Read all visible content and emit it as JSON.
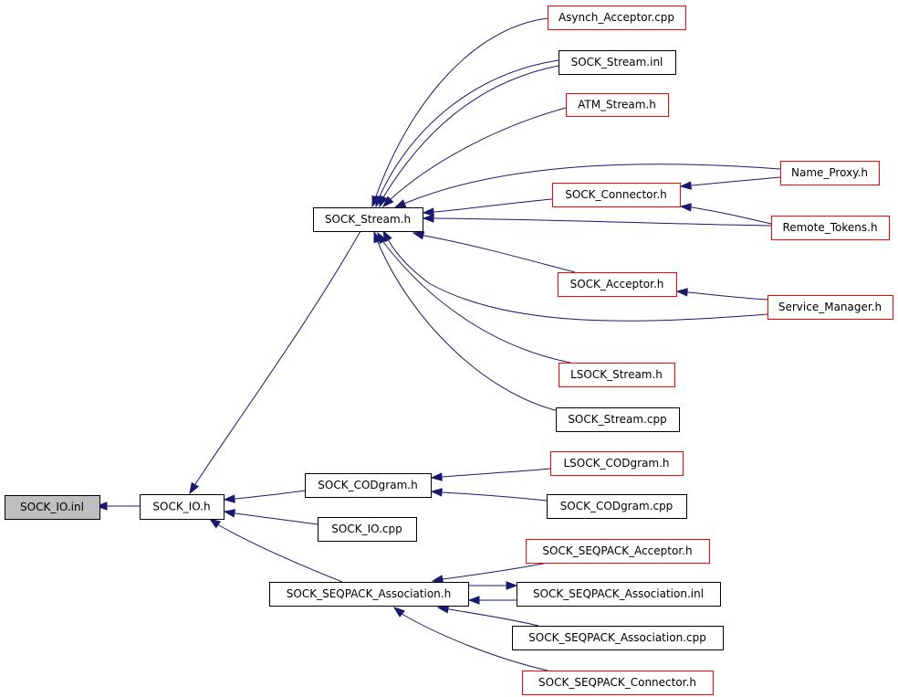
{
  "colors": {
    "edge": "#191970",
    "node_border_black": "#000000",
    "node_border_red": "#ff0000",
    "root_fill": "#bfbfbf",
    "node_fill": "#ffffff"
  },
  "nodes": [
    {
      "id": "sock_io_inl",
      "label": "SOCK_IO.inl",
      "style": "root"
    },
    {
      "id": "sock_io_h",
      "label": "SOCK_IO.h",
      "style": "black"
    },
    {
      "id": "sock_stream_h",
      "label": "SOCK_Stream.h",
      "style": "black"
    },
    {
      "id": "asynch_acceptor_cpp",
      "label": "Asynch_Acceptor.cpp",
      "style": "red"
    },
    {
      "id": "sock_stream_inl",
      "label": "SOCK_Stream.inl",
      "style": "black"
    },
    {
      "id": "atm_stream_h",
      "label": "ATM_Stream.h",
      "style": "red"
    },
    {
      "id": "name_proxy_h",
      "label": "Name_Proxy.h",
      "style": "red"
    },
    {
      "id": "sock_connector_h",
      "label": "SOCK_Connector.h",
      "style": "red"
    },
    {
      "id": "remote_tokens_h",
      "label": "Remote_Tokens.h",
      "style": "red"
    },
    {
      "id": "sock_acceptor_h",
      "label": "SOCK_Acceptor.h",
      "style": "red"
    },
    {
      "id": "service_manager_h",
      "label": "Service_Manager.h",
      "style": "red"
    },
    {
      "id": "lsock_stream_h",
      "label": "LSOCK_Stream.h",
      "style": "red"
    },
    {
      "id": "sock_stream_cpp",
      "label": "SOCK_Stream.cpp",
      "style": "black"
    },
    {
      "id": "sock_codgram_h",
      "label": "SOCK_CODgram.h",
      "style": "black"
    },
    {
      "id": "lsock_codgram_h",
      "label": "LSOCK_CODgram.h",
      "style": "red"
    },
    {
      "id": "sock_codgram_cpp",
      "label": "SOCK_CODgram.cpp",
      "style": "black"
    },
    {
      "id": "sock_io_cpp",
      "label": "SOCK_IO.cpp",
      "style": "black"
    },
    {
      "id": "sock_seqpack_association_h",
      "label": "SOCK_SEQPACK_Association.h",
      "style": "black"
    },
    {
      "id": "sock_seqpack_acceptor_h",
      "label": "SOCK_SEQPACK_Acceptor.h",
      "style": "red"
    },
    {
      "id": "sock_seqpack_association_inl",
      "label": "SOCK_SEQPACK_Association.inl",
      "style": "black"
    },
    {
      "id": "sock_seqpack_association_cpp",
      "label": "SOCK_SEQPACK_Association.cpp",
      "style": "black"
    },
    {
      "id": "sock_seqpack_connector_h",
      "label": "SOCK_SEQPACK_Connector.h",
      "style": "red"
    }
  ],
  "edges": [
    {
      "from": "sock_io_h",
      "to": "sock_io_inl"
    },
    {
      "from": "sock_stream_h",
      "to": "sock_io_h"
    },
    {
      "from": "sock_codgram_h",
      "to": "sock_io_h"
    },
    {
      "from": "sock_io_cpp",
      "to": "sock_io_h"
    },
    {
      "from": "sock_seqpack_association_h",
      "to": "sock_io_h"
    },
    {
      "from": "asynch_acceptor_cpp",
      "to": "sock_stream_h"
    },
    {
      "from": "sock_stream_inl",
      "to": "sock_stream_h"
    },
    {
      "from": "atm_stream_h",
      "to": "sock_stream_h"
    },
    {
      "from": "name_proxy_h",
      "to": "sock_stream_h"
    },
    {
      "from": "sock_connector_h",
      "to": "sock_stream_h"
    },
    {
      "from": "remote_tokens_h",
      "to": "sock_stream_h"
    },
    {
      "from": "sock_acceptor_h",
      "to": "sock_stream_h"
    },
    {
      "from": "service_manager_h",
      "to": "sock_stream_h"
    },
    {
      "from": "lsock_stream_h",
      "to": "sock_stream_h"
    },
    {
      "from": "sock_stream_cpp",
      "to": "sock_stream_h"
    },
    {
      "from": "name_proxy_h",
      "to": "sock_connector_h"
    },
    {
      "from": "remote_tokens_h",
      "to": "sock_connector_h"
    },
    {
      "from": "service_manager_h",
      "to": "sock_acceptor_h"
    },
    {
      "from": "lsock_codgram_h",
      "to": "sock_codgram_h"
    },
    {
      "from": "sock_codgram_cpp",
      "to": "sock_codgram_h"
    },
    {
      "from": "sock_seqpack_acceptor_h",
      "to": "sock_seqpack_association_h"
    },
    {
      "from": "sock_seqpack_association_inl",
      "to": "sock_seqpack_association_h"
    },
    {
      "from": "sock_seqpack_association_h",
      "to": "sock_seqpack_association_inl"
    },
    {
      "from": "sock_seqpack_association_cpp",
      "to": "sock_seqpack_association_h"
    },
    {
      "from": "sock_seqpack_connector_h",
      "to": "sock_seqpack_association_h"
    }
  ]
}
